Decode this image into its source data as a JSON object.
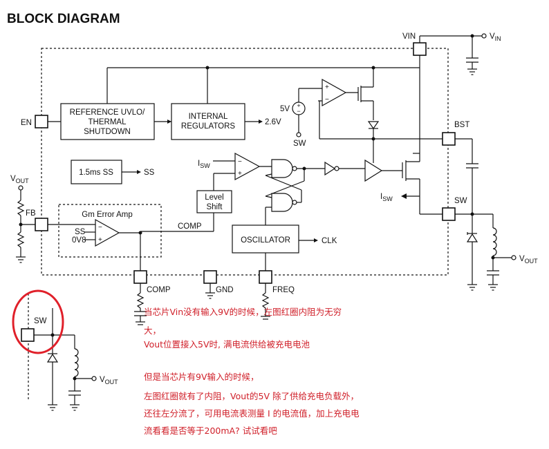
{
  "title": "BLOCK DIAGRAM",
  "pins": {
    "vin": "VIN",
    "vin_rail": "V",
    "vin_rail_sub": "IN",
    "en": "EN",
    "bst": "BST",
    "sw": "SW",
    "fb": "FB",
    "comp": "COMP",
    "gnd": "GND",
    "freq": "FREQ",
    "vout": "V",
    "vout_sub": "OUT"
  },
  "blocks": {
    "ref_line1": "REFERENCE UVLO/",
    "ref_line2": "THERMAL",
    "ref_line3": "SHUTDOWN",
    "reg_line1": "INTERNAL",
    "reg_line2": "REGULATORS",
    "reg_out": "2.6V",
    "ss_block": "1.5ms SS",
    "ss_out": "SS",
    "ldo_5v": "5V",
    "ldo_sw": "SW",
    "isw_in": "I",
    "isw_in_sub": "SW",
    "isw_out": "I",
    "isw_out_sub": "SW",
    "level_line1": "Level",
    "level_line2": "Shift",
    "comp_net": "COMP",
    "oscillator": "OSCILLATOR",
    "clk": "CLK",
    "gm_amp": "Gm Error Amp",
    "gm_ss": "SS",
    "gm_0v8": "0V8"
  },
  "inset": {
    "sw": "SW",
    "vout": "V",
    "vout_sub": "OUT"
  },
  "annotation": {
    "line1": "当芯片Vin没有输入9V的时候，左图红圈内阻为无穷",
    "line2": "大，",
    "line3": "Vout位置接入5V时, 满电流供给被充电电池",
    "line4": "但是当芯片有9V输入的时候，",
    "line5": "左图红圈就有了内阻，Vout的5V 除了供给充电负载外，",
    "line6": "还往左分流了，可用电流表测量 I 的电流值，加上充电电",
    "line7": "流看看是否等于200mA? 试试看吧",
    "highlight_color": "#e0202a",
    "text_color": "#d0202a"
  }
}
